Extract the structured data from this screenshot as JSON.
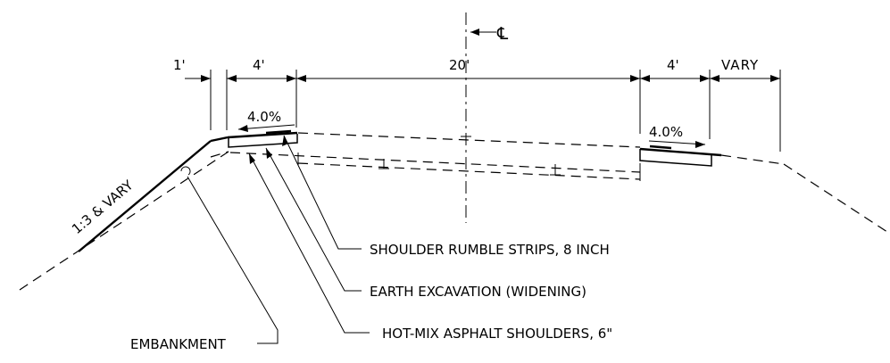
{
  "dimensions": {
    "left_offset": "1'",
    "shoulder_left": "4'",
    "pavement": "20'",
    "shoulder_right": "4'",
    "right_side": "VARY"
  },
  "centerline_symbol": "℄",
  "slopes": {
    "left_shoulder": "4.0%",
    "right_shoulder": "4.0%",
    "side_slope": "1:3 & VARY"
  },
  "callouts": {
    "rumble_strips": "SHOULDER RUMBLE STRIPS, 8 INCH",
    "earth_excavation": "EARTH EXCAVATION (WIDENING)",
    "hma_shoulders": "HOT-MIX ASPHALT SHOULDERS, 6\"",
    "embankment": "EMBANKMENT"
  }
}
